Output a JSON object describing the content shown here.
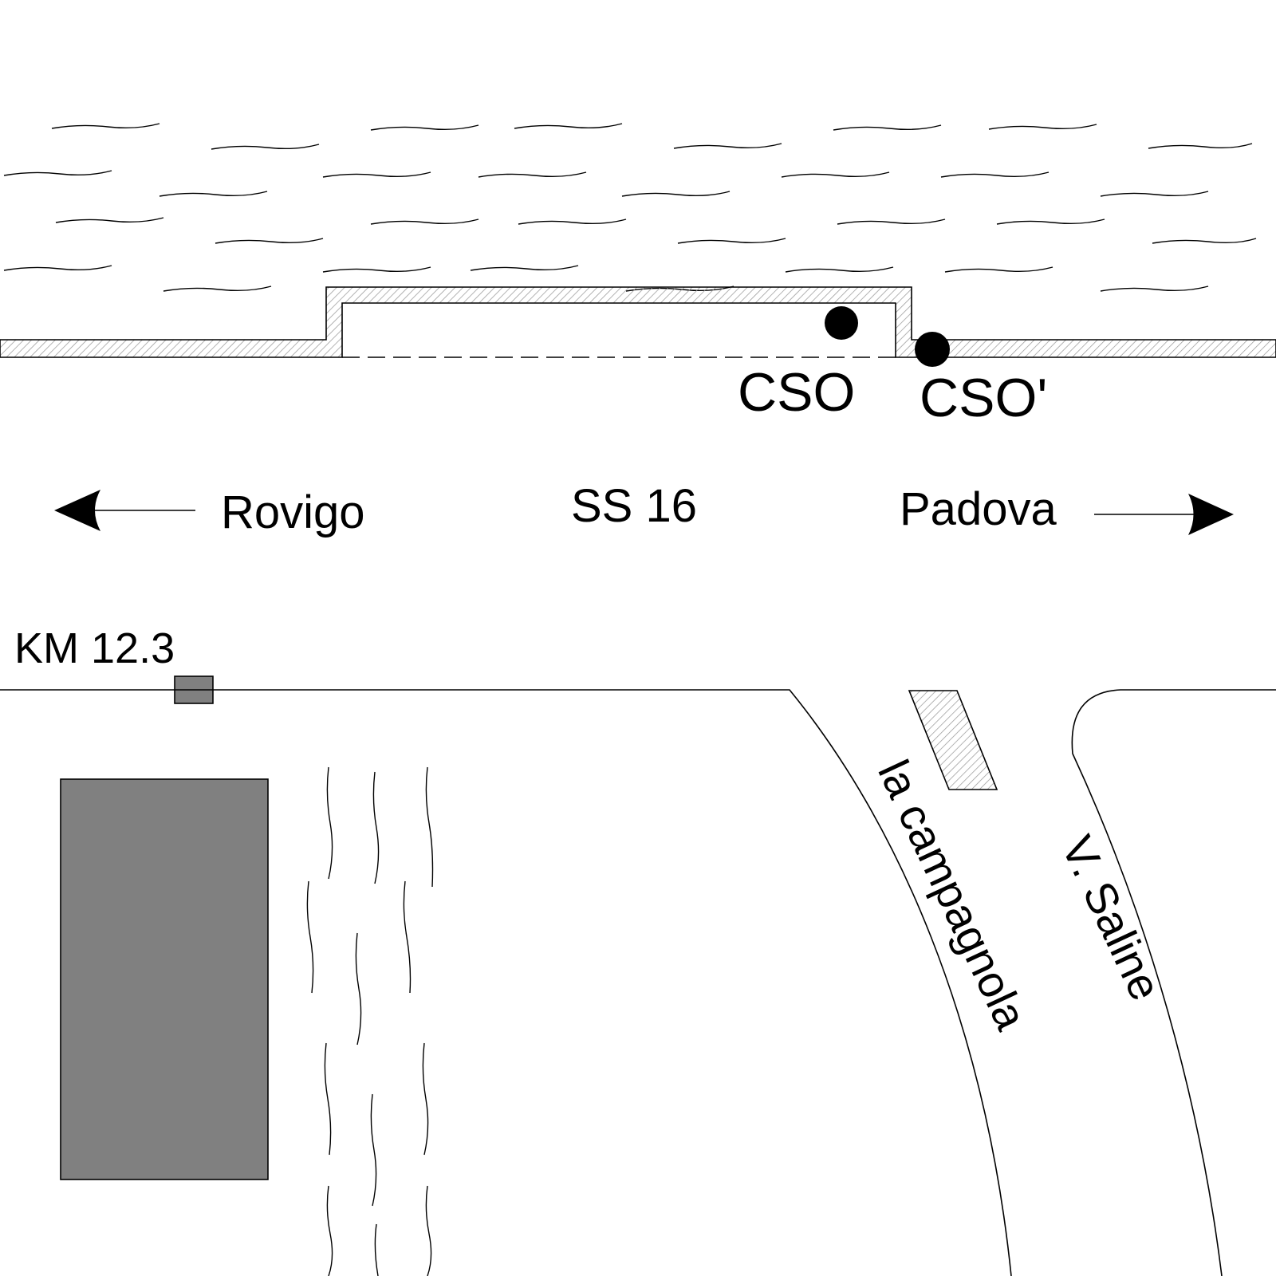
{
  "labels": {
    "cso": "CSO",
    "cso_prime": "CSO'",
    "road": "SS 16",
    "west_destination": "Rovigo",
    "east_destination": "Padova",
    "km_marker": "KM 12.3",
    "side_road_1": "la campagnola",
    "side_road_2": "V. Saline"
  },
  "colors": {
    "ink": "#000000",
    "building_fill": "#808080",
    "hatch": "#9a9a9a",
    "background": "#ffffff"
  },
  "icons": {
    "west_arrow": "arrow-left-icon",
    "east_arrow": "arrow-right-icon",
    "monitoring_point": "filled-circle-icon"
  }
}
